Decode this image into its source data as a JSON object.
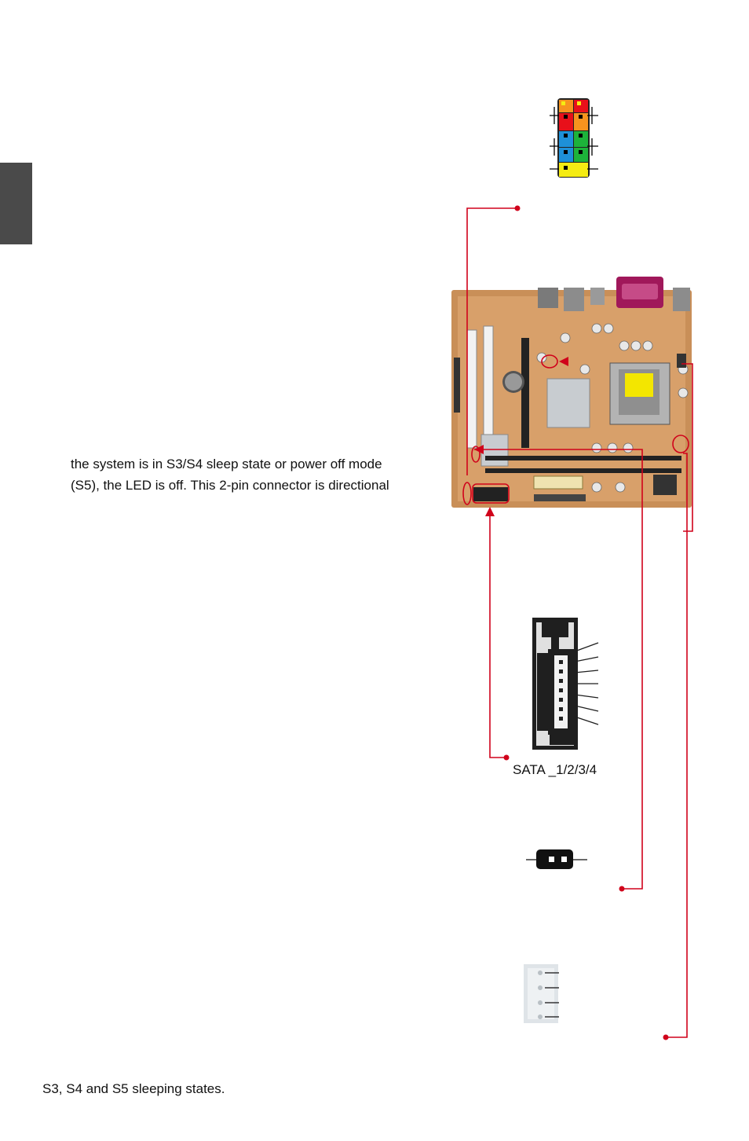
{
  "page": {
    "side_tab_color": "#4a4a4a",
    "leader_color": "#d0021b"
  },
  "led_text": {
    "line1": "the system is in S3/S4 sleep state or power off mode",
    "line2": "(S5), the LED is off. This 2-pin connector is directional"
  },
  "sata": {
    "label": "SATA _1/2/3/4"
  },
  "footer_text": {
    "line": "S3, S4 and S5 sleeping states."
  },
  "audio_header": {
    "pin_colors": [
      "#e8101a",
      "#f7931e",
      "#1e90d8",
      "#1db33a",
      "#f5ec13"
    ]
  }
}
